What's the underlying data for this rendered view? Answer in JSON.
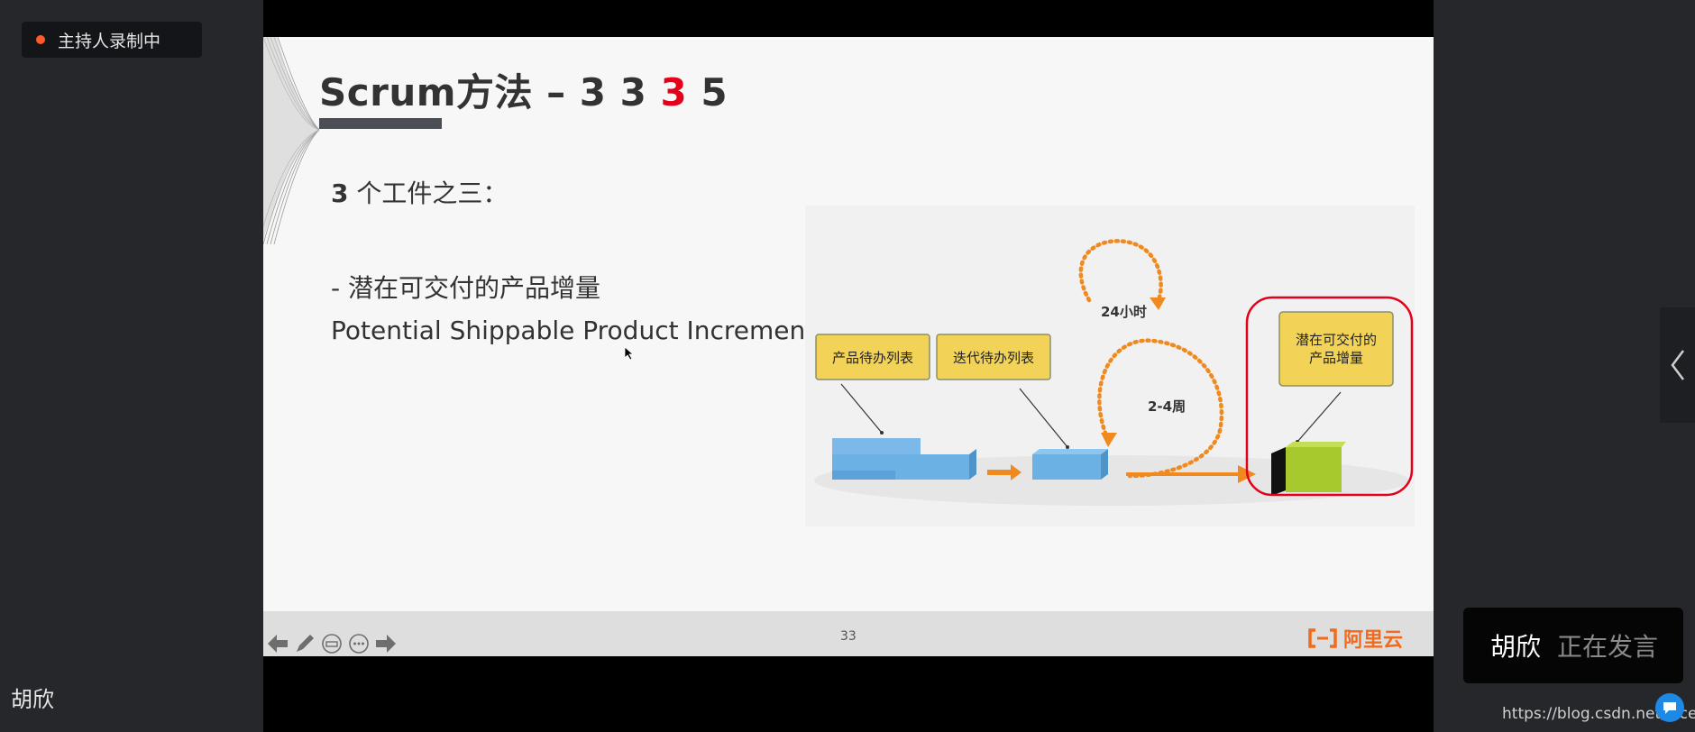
{
  "recording": {
    "label": "主持人录制中"
  },
  "presenter": {
    "name": "胡欣"
  },
  "slide": {
    "title_prefix": "Scrum方法 – 3 3 ",
    "title_highlight": "3",
    "title_suffix": " 5",
    "subtitle_num": "3",
    "subtitle_text": " 个工件之三：",
    "bullet_cn": "- 潜在可交付的产品增量",
    "bullet_en": "Potential Shippable Product Incremental",
    "page_number": "33"
  },
  "diagram": {
    "box1": "产品待办列表",
    "box2": "迭代待办列表",
    "box3_line1": "潜在可交付的",
    "box3_line2": "产品增量",
    "daily": "24小时",
    "sprint": "2-4周"
  },
  "logo": {
    "text": "阿里云"
  },
  "speaker": {
    "name": "胡欣",
    "status": "正在发言"
  },
  "watermark": {
    "url": "https://blog.csdn.net/vicen-ian"
  },
  "colors": {
    "accent_red": "#e3001b",
    "orange": "#f08a1e",
    "box_yellow": "#f2d257",
    "block_blue": "#6cb1e3",
    "green": "#a7c92d"
  }
}
